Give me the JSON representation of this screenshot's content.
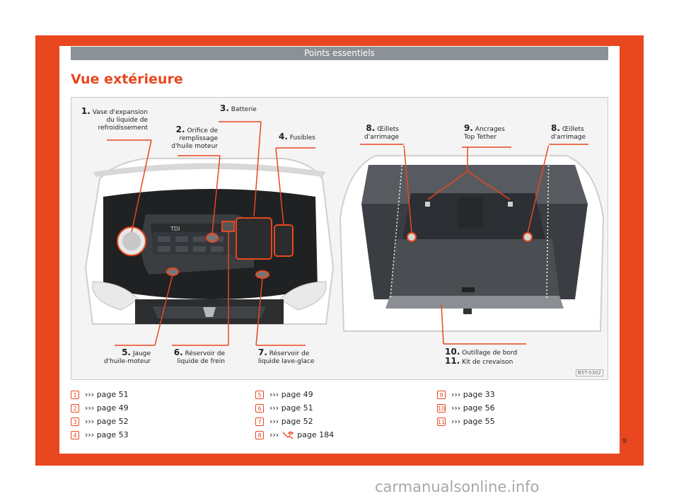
{
  "header": {
    "section": "Points essentiels"
  },
  "title": "Vue extérieure",
  "figure_labels": {
    "vase": {
      "number": "1.",
      "text": [
        "Vase d'expansion",
        "du liquide de",
        "refroidissement"
      ]
    },
    "orifice": {
      "number": "2.",
      "text": [
        "Orifice de",
        "remplissage",
        "d'huile moteur"
      ]
    },
    "batterie": {
      "number": "3.",
      "text": [
        "Batterie"
      ]
    },
    "fusibles": {
      "number": "4.",
      "text": [
        "Fusibles"
      ]
    },
    "jauge": {
      "number": "5.",
      "text": [
        "Jauge",
        "d'huile-moteur"
      ]
    },
    "reservoir_frein": {
      "number": "6.",
      "text": [
        "Réservoir de",
        "liquide de frein"
      ]
    },
    "reservoir_lave": {
      "number": "7.",
      "text": [
        "Réservoir de",
        "liquide lave-glace"
      ]
    },
    "oeillets_left": {
      "number": "8.",
      "text": [
        "Œillets",
        "d'arrimage"
      ]
    },
    "ancrages": {
      "number": "9.",
      "text": [
        "Ancrages",
        "Top Tether"
      ]
    },
    "oeillets_right": {
      "number": "8.",
      "text": [
        "Œillets",
        "d'arrimage"
      ]
    },
    "outillage": {
      "number": "10.",
      "text": "Outillage de bord"
    },
    "kit": {
      "number": "11.",
      "text": "Kit de crevaison"
    }
  },
  "figure_code": "B5T-0302",
  "references": [
    [
      {
        "num": "1",
        "text": "››› page 51"
      },
      {
        "num": "2",
        "text": "››› page 49"
      },
      {
        "num": "3",
        "text": "››› page 52"
      },
      {
        "num": "4",
        "text": "››› page 53"
      }
    ],
    [
      {
        "num": "5",
        "text": "››› page 49"
      },
      {
        "num": "6",
        "text": "››› page 51"
      },
      {
        "num": "7",
        "text": "››› page 52"
      },
      {
        "num": "8",
        "text": "›››",
        "icon": "wrench-icon",
        "text2": "page 184"
      }
    ],
    [
      {
        "num": "9",
        "text": "››› page 33"
      },
      {
        "num": "10",
        "text": "››› page 56"
      },
      {
        "num": "11",
        "text": "››› page 55"
      }
    ]
  ],
  "page_number": "9",
  "watermark": "carmanualsonline.info",
  "colors": {
    "accent": "#e8471f",
    "header_band": "#8b9196"
  }
}
